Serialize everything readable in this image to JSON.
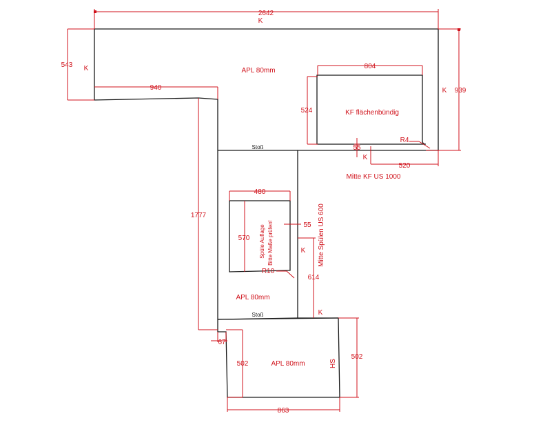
{
  "overall_width": "2642",
  "overall_height": "939",
  "top_depth": "543",
  "inner_width": "940",
  "left_leg_height": "1777",
  "bottom_width": "863",
  "bottom_depth_left": "502",
  "bottom_depth_right": "502",
  "leg_offset": "67",
  "edge_mark": "K",
  "worktop_label": "APL 80mm",
  "joint_label": "Stoß",
  "hob_label": "KF flächenbündig",
  "hob_width": "804",
  "hob_depth": "524",
  "hob_radius": "R4",
  "hob_gap": "55",
  "hob_right_offset": "520",
  "hob_center": "Mitte KF US 1000",
  "sink_label": "Spüle Auflage",
  "sink_note": "Bitte Maße prüfen!",
  "sink_width": "480",
  "sink_depth": "570",
  "sink_radius": "R10",
  "sink_gap": "55",
  "sink_offset": "614",
  "sink_center": "Mitte Spülen US 600",
  "hs_mark": "HS"
}
